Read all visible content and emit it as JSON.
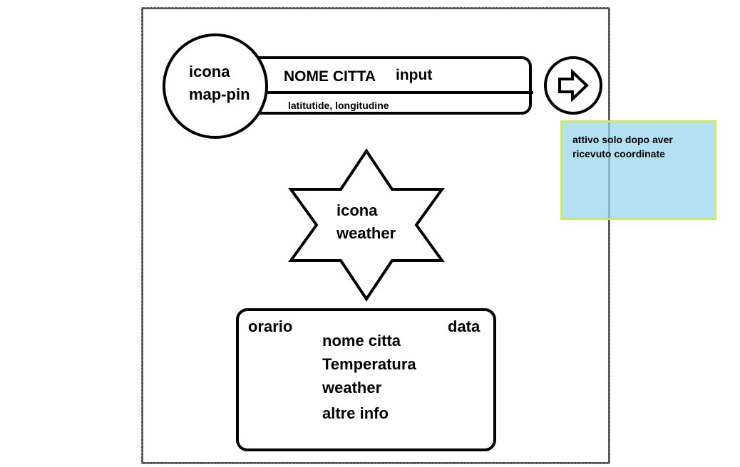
{
  "header": {
    "pin_icon_label": "icona\nmap-pin",
    "city_name": "NOME CITTA",
    "input_tag": "input",
    "coordinates": "latitutide, longitudine",
    "arrow_icon": "arrow-right-icon"
  },
  "note": {
    "text": "attivo solo dopo aver\nricevuto coordinate"
  },
  "weather": {
    "icon_label": "icona\nweather"
  },
  "card": {
    "time": "orario",
    "date": "data",
    "city": "nome citta",
    "temperature": "Temperatura",
    "weather": "weather",
    "other": "altre info"
  }
}
